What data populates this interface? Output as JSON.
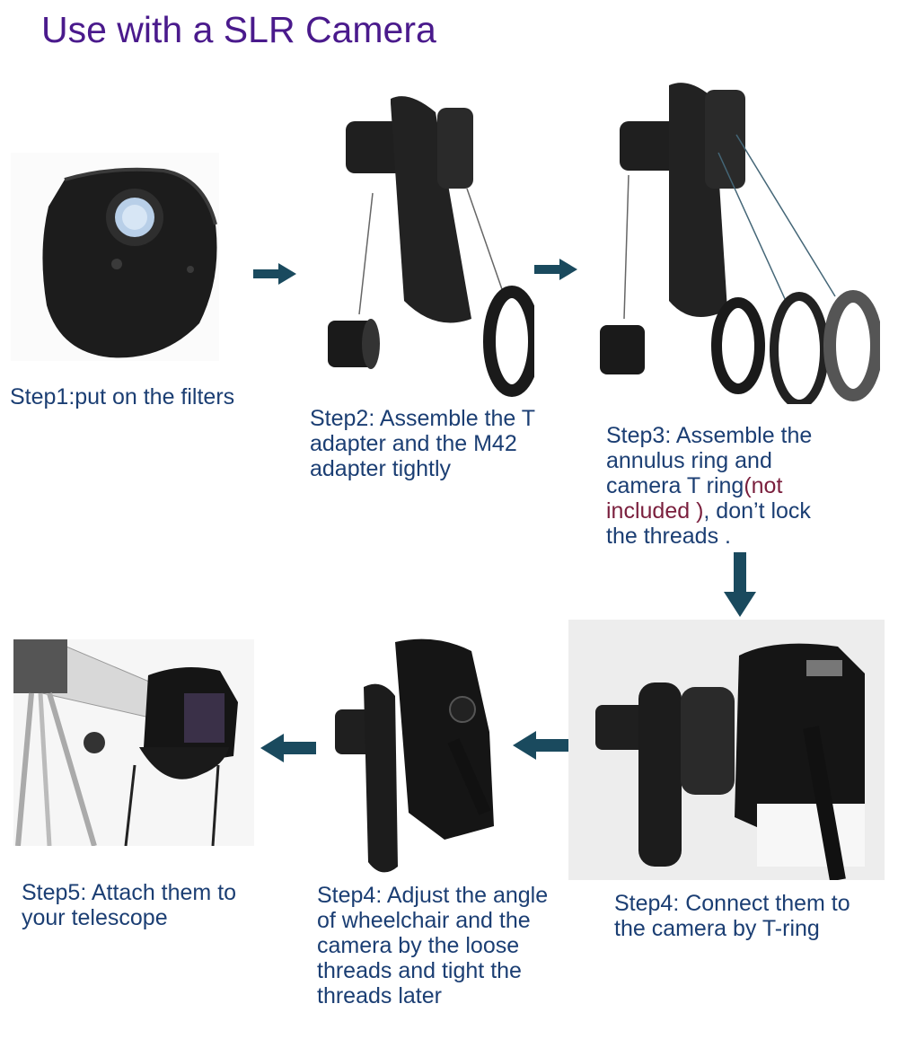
{
  "title": "Use with a SLR Camera",
  "steps": {
    "step1": "Step1:put on the filters",
    "step2_l1": "Step2: Assemble the T",
    "step2_l2": "adapter and the M42",
    "step2_l3": "adapter tightly",
    "step3_l1": "Step3: Assemble the",
    "step3_l2": "annulus ring  and",
    "step3_l3a": "camera T  ring",
    "step3_l3b": "(not",
    "step3_l4a": "included )",
    "step3_l4b": ", don’t lock",
    "step3_l5": "the threads .",
    "step4a_l1": "Step4: Connect them to",
    "step4a_l2": "the  camera by T-ring",
    "step4b_l1": "Step4: Adjust the angle",
    "step4b_l2": "of wheelchair and the",
    "step4b_l3": "camera by the loose",
    "step4b_l4": "threads and tight the",
    "step4b_l5": "threads later",
    "step5_l1": "Step5: Attach them to",
    "step5_l2": "your telescope"
  },
  "colors": {
    "title": "#4a1a8c",
    "step_text": "#1b3e73",
    "not_included": "#7a1f3d",
    "arrow": "#1a4a5e"
  }
}
